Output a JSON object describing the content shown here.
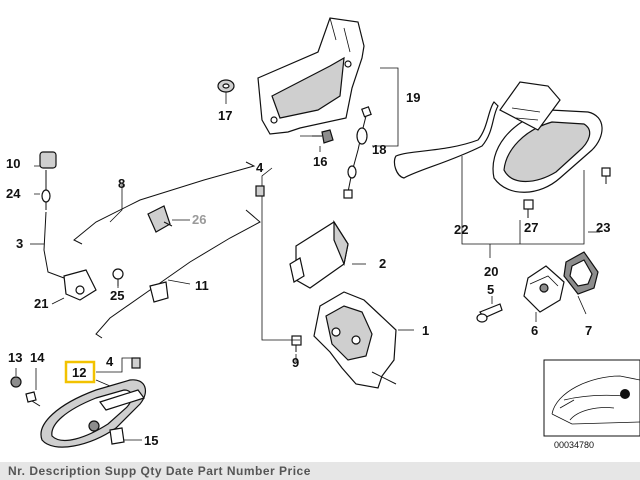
{
  "diagram": {
    "callouts": [
      {
        "id": "c1",
        "text": "1"
      },
      {
        "id": "c2",
        "text": "2"
      },
      {
        "id": "c3",
        "text": "3"
      },
      {
        "id": "c4a",
        "text": "4"
      },
      {
        "id": "c4b",
        "text": "4"
      },
      {
        "id": "c5",
        "text": "5"
      },
      {
        "id": "c6",
        "text": "6"
      },
      {
        "id": "c7",
        "text": "7"
      },
      {
        "id": "c8",
        "text": "8"
      },
      {
        "id": "c9",
        "text": "9"
      },
      {
        "id": "c10",
        "text": "10"
      },
      {
        "id": "c11",
        "text": "11"
      },
      {
        "id": "c12",
        "text": "12"
      },
      {
        "id": "c13",
        "text": "13"
      },
      {
        "id": "c14",
        "text": "14"
      },
      {
        "id": "c15",
        "text": "15"
      },
      {
        "id": "c16",
        "text": "16"
      },
      {
        "id": "c17",
        "text": "17"
      },
      {
        "id": "c18",
        "text": "18"
      },
      {
        "id": "c19",
        "text": "19"
      },
      {
        "id": "c20",
        "text": "20"
      },
      {
        "id": "c21",
        "text": "21"
      },
      {
        "id": "c22",
        "text": "22"
      },
      {
        "id": "c23",
        "text": "23"
      },
      {
        "id": "c24",
        "text": "24"
      },
      {
        "id": "c25",
        "text": "25"
      },
      {
        "id": "c26",
        "text": "26"
      },
      {
        "id": "c27",
        "text": "27"
      }
    ],
    "highlighted_callout": "12",
    "highlight_color": "#f2c200",
    "dimmed_callout_color": "#9a9a9a",
    "reference_number": "00034780"
  },
  "footer": {
    "text": "Nr.   Description   Supp   Qty   Date   Part Number   Price"
  }
}
